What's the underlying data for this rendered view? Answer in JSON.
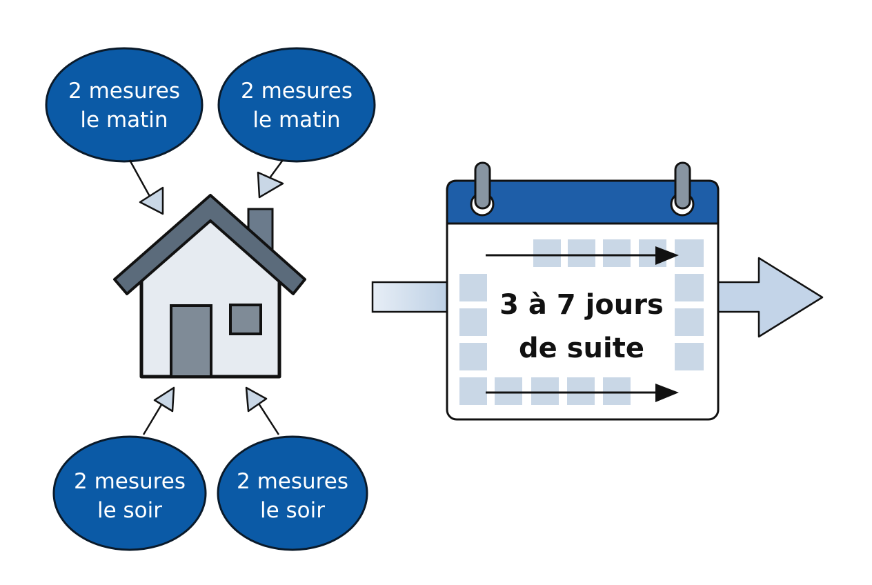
{
  "bubbles": [
    {
      "line1": "2 mesures",
      "line2": "le matin"
    },
    {
      "line1": "2 mesures",
      "line2": "le matin"
    },
    {
      "line1": "2 mesures",
      "line2": "le soir"
    },
    {
      "line1": "2 mesures",
      "line2": "le soir"
    }
  ],
  "calendar": {
    "line1": "3 à 7 jours",
    "line2": "de suite"
  },
  "colors": {
    "bubble_fill": "#0b5aa6",
    "calendar_header": "#1e5ea8",
    "house_gray": "#5b6b7b",
    "pale_blue": "#c9d7e6",
    "outline": "#111111"
  }
}
